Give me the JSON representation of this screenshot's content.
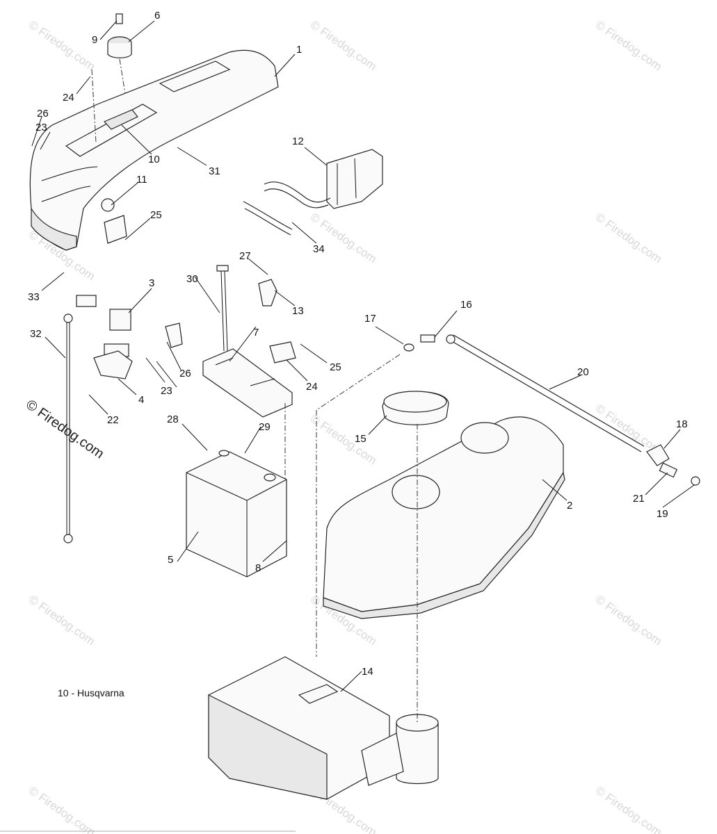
{
  "diagram": {
    "note": "10 - Husqvarna",
    "watermark_main": "© Firedog.com",
    "watermark_tile": "© Firedog.com",
    "callouts": {
      "p1": "1",
      "p2": "2",
      "p3": "3",
      "p4": "4",
      "p5": "5",
      "p6": "6",
      "p7": "7",
      "p8": "8",
      "p9": "9",
      "p10": "10",
      "p11": "11",
      "p12": "12",
      "p13": "13",
      "p14": "14",
      "p15": "15",
      "p16": "16",
      "p17": "17",
      "p18": "18",
      "p19": "19",
      "p20": "20",
      "p21": "21",
      "p22": "22",
      "p23a": "23",
      "p23b": "23",
      "p24a": "24",
      "p24b": "24",
      "p25a": "25",
      "p25b": "25",
      "p26a": "26",
      "p26b": "26",
      "p27": "27",
      "p28": "28",
      "p29": "29",
      "p30": "30",
      "p31": "31",
      "p32": "32",
      "p33": "33",
      "p34": "34"
    }
  }
}
